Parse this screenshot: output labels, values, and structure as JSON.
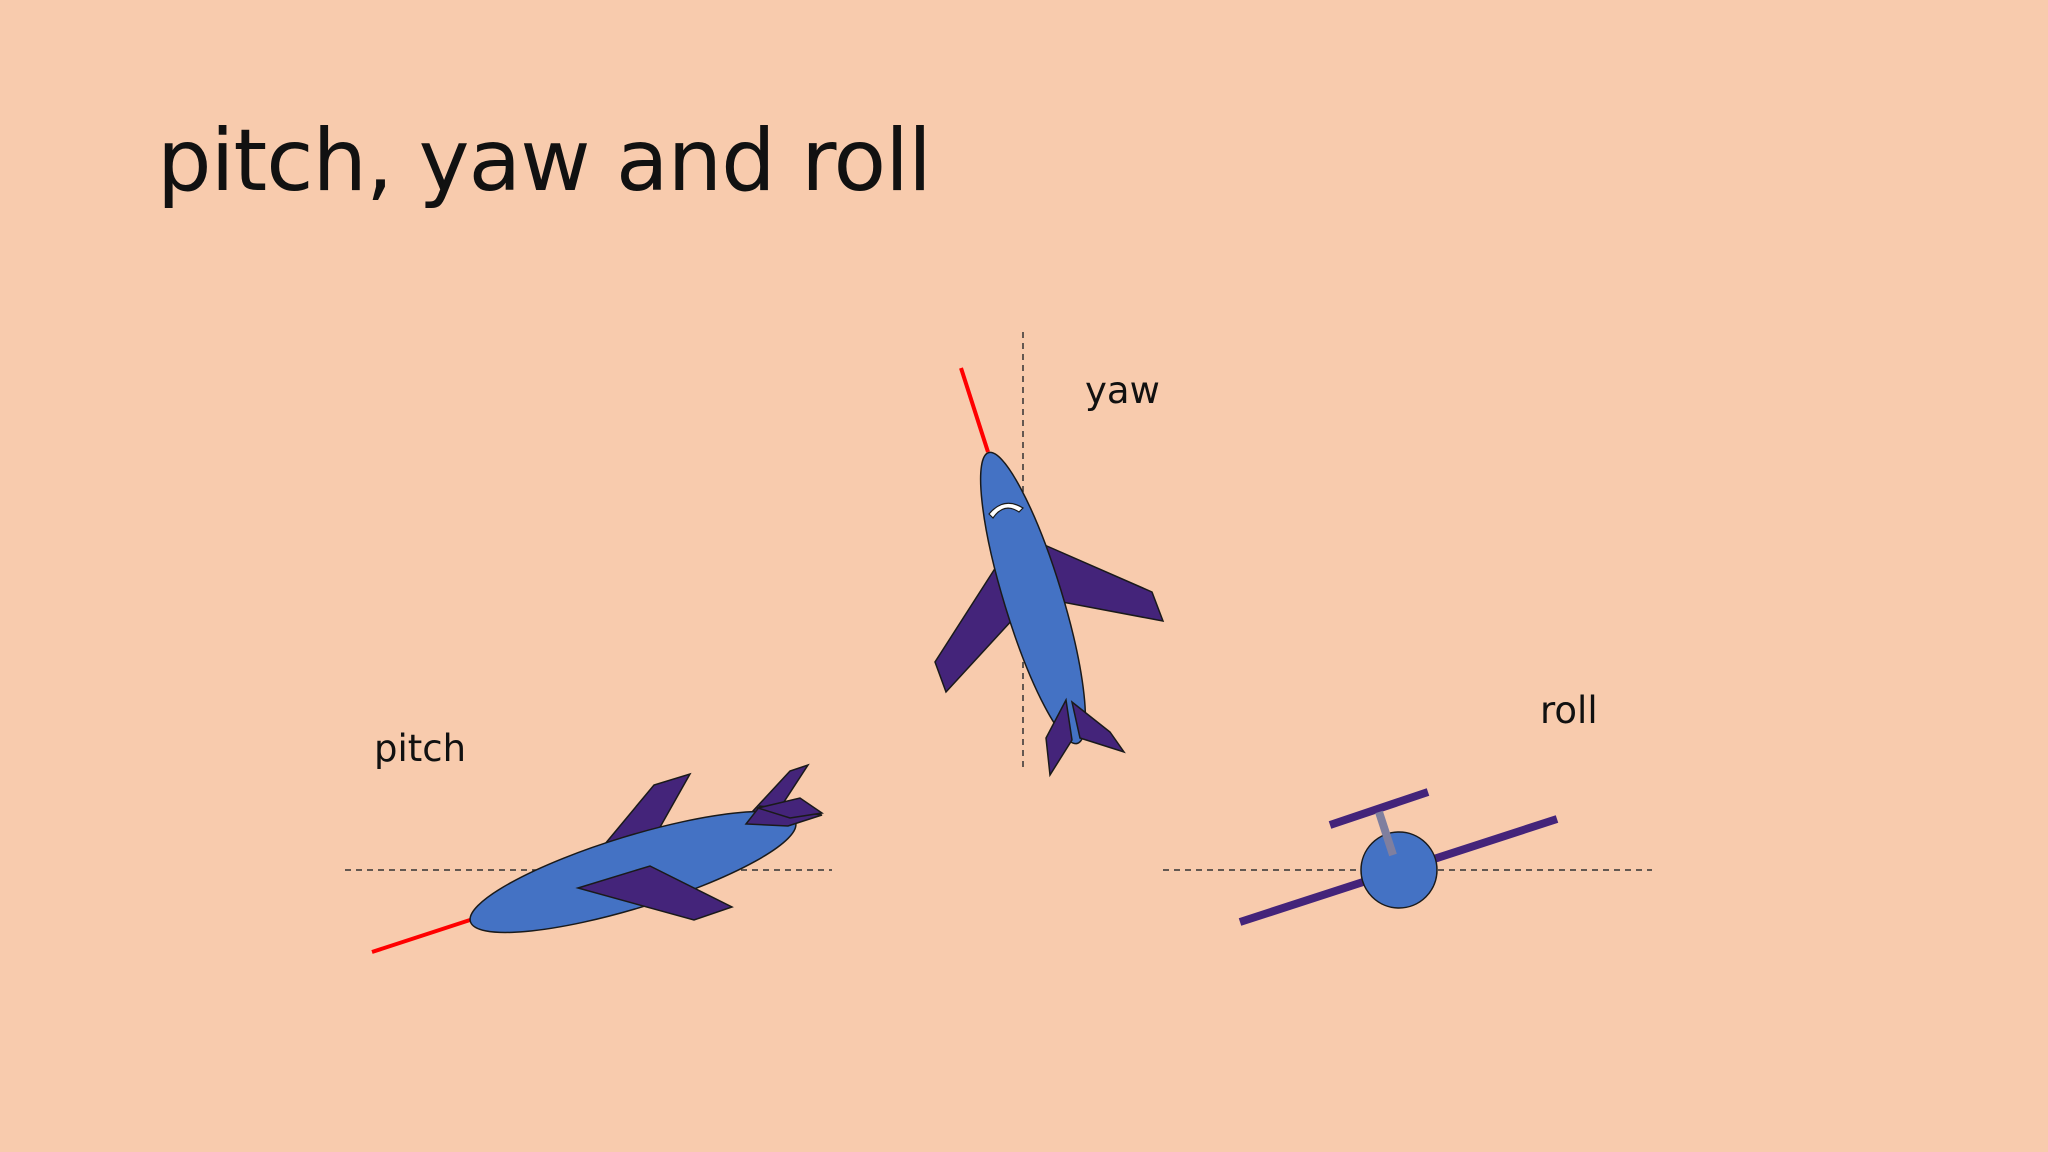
{
  "slide": {
    "title": "pitch, yaw and roll",
    "labels": {
      "pitch": "pitch",
      "yaw": "yaw",
      "roll": "roll"
    },
    "colors": {
      "background": "#f8cbad",
      "fuselage": "#4472c4",
      "wings": "#44247a",
      "heading_line": "#ff0000",
      "reference_line": "#333333"
    }
  }
}
